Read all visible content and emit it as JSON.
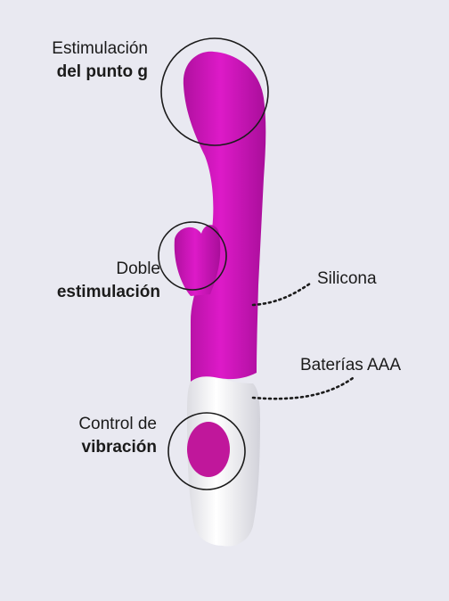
{
  "annotations": {
    "g_spot": {
      "line1": "Estimulación",
      "line2": "del punto g"
    },
    "double": {
      "line1": "Doble",
      "line2": "estimulación"
    },
    "material": {
      "text": "Silicona"
    },
    "batteries": {
      "text": "Baterías AAA"
    },
    "control": {
      "line1": "Control de",
      "line2": "vibración"
    }
  },
  "colors": {
    "background": "#e9e9f1",
    "body": "#d414c4",
    "handle": "#f7f7f7",
    "button": "#c0179b",
    "outline": "#1b1b1b"
  }
}
